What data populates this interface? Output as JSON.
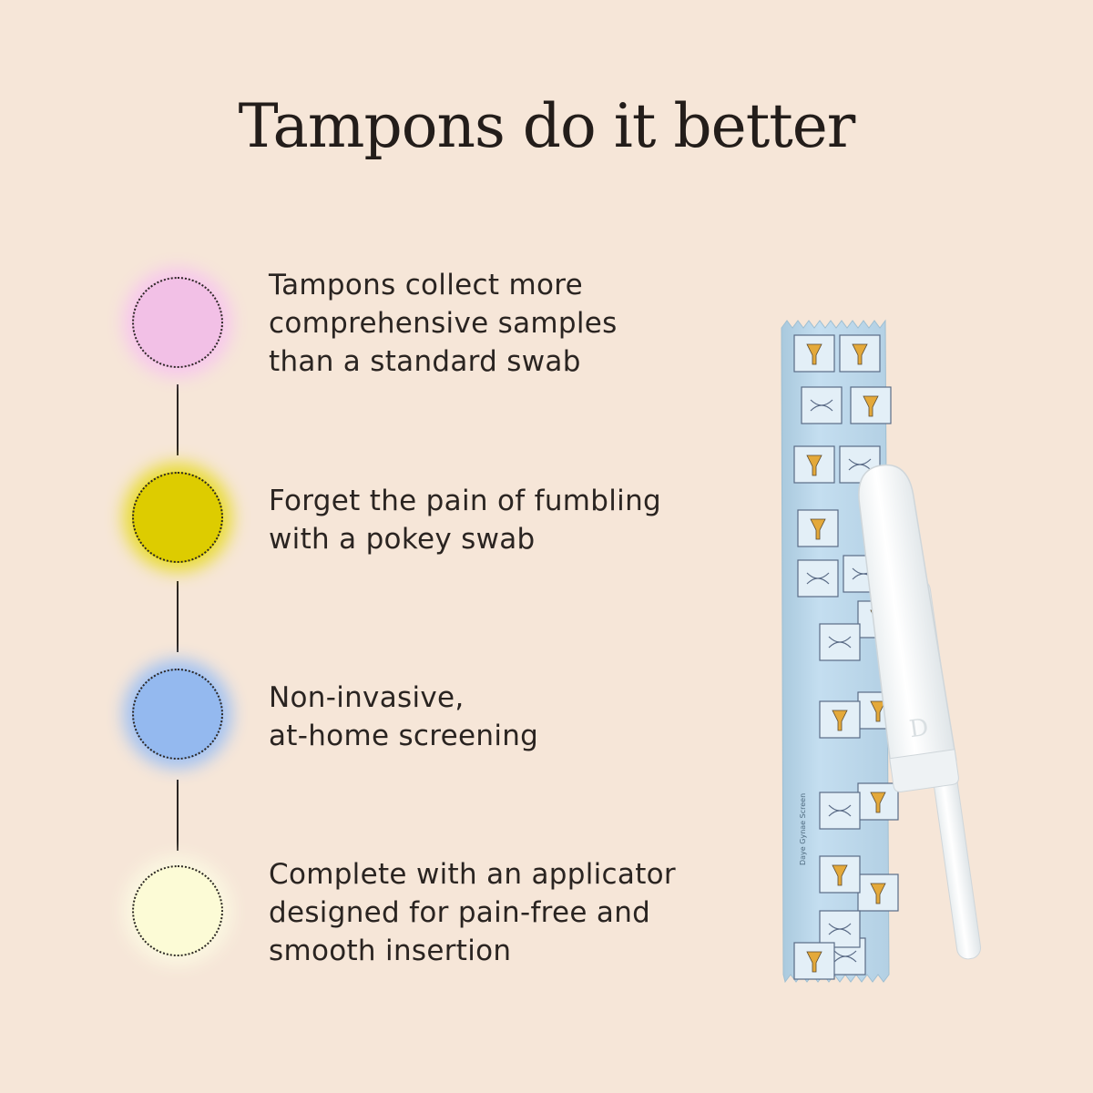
{
  "heading": "Tampons do it better",
  "features": [
    {
      "lines": [
        "Tampons collect more",
        "comprehensive samples",
        "than a standard swab"
      ],
      "color": "#f2c0e6",
      "glow": "#f7c8ec"
    },
    {
      "lines": [
        "Forget the pain of fumbling",
        "with a pokey swab"
      ],
      "color": "#ddcc00",
      "glow": "#e9dc3a"
    },
    {
      "lines": [
        "Non-invasive,",
        "at-home screening"
      ],
      "color": "#94b9ef",
      "glow": "#a4c3f2"
    },
    {
      "lines": [
        "Complete with an applicator",
        "designed for pain-free and",
        "smooth insertion"
      ],
      "color": "#fcfbd6",
      "glow": "#fbf7e1"
    }
  ],
  "product": {
    "wrapper_color": "#bcd8ea",
    "wrapper_text": "Daye Gynae Screen",
    "applicator_logo": "D",
    "icons": [
      "flask-icon",
      "dna-icon"
    ]
  }
}
